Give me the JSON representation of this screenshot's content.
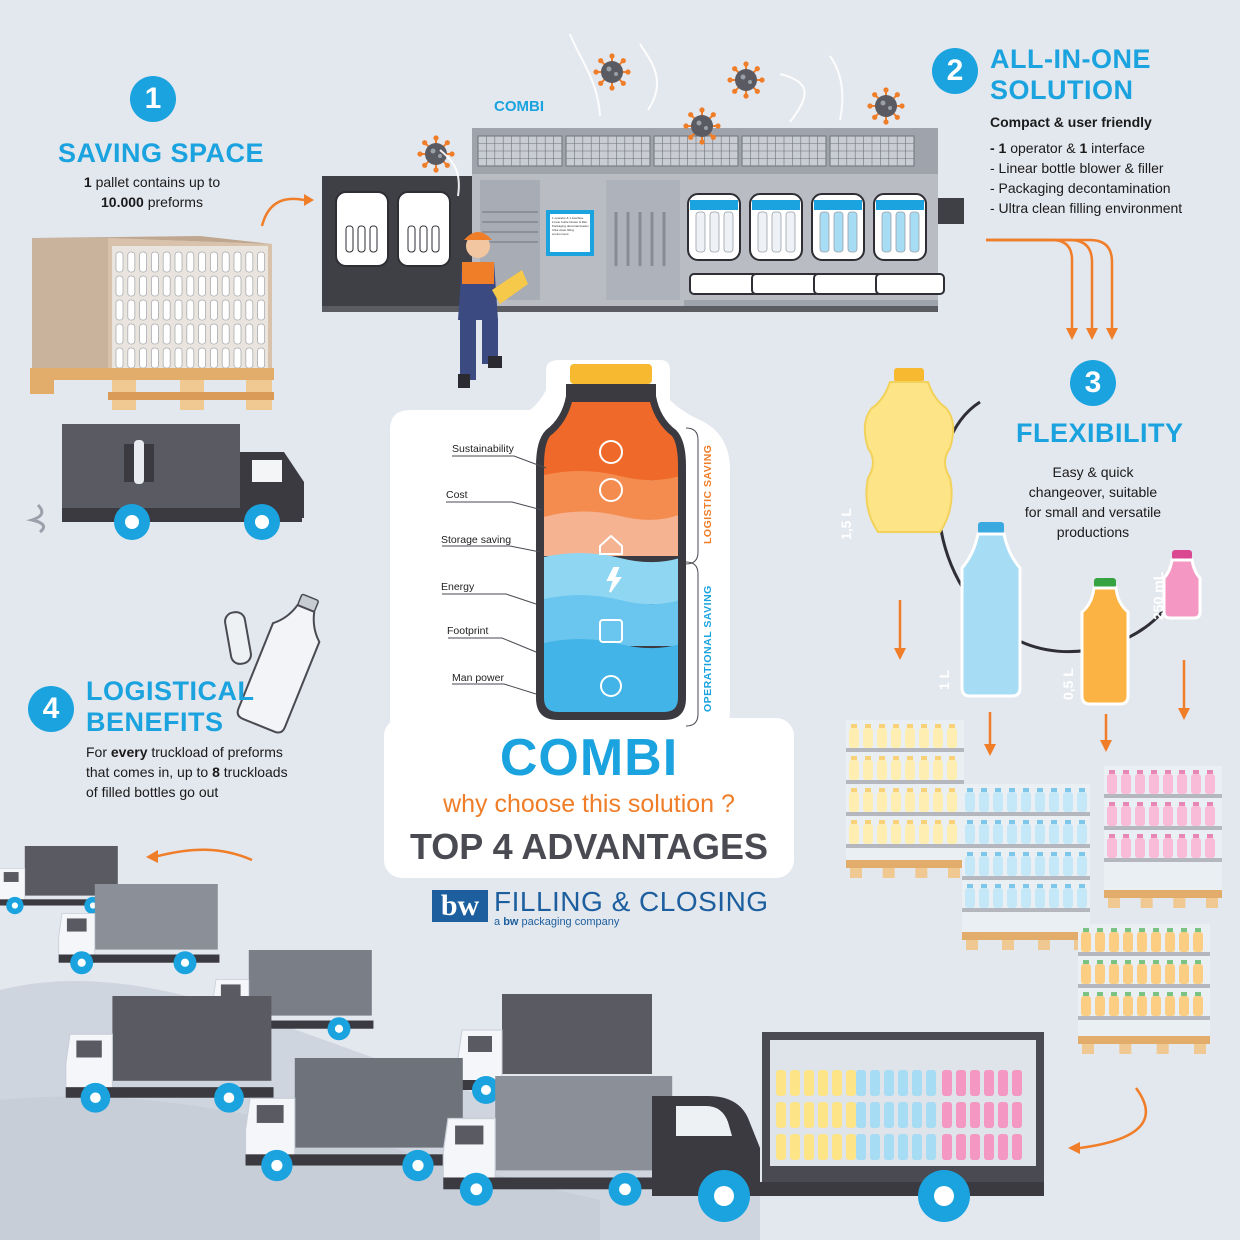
{
  "machine": {
    "label": "COMBI",
    "screen_lines": [
      "1 operator & 1 interface",
      "Linear bottle blower & filler",
      "Packaging decontamination",
      "Ultra clean filling environment"
    ]
  },
  "section1": {
    "number": "1",
    "title": "SAVING SPACE",
    "line1_bold": "1",
    "line1_rest": " pallet contains up to",
    "line2_bold": "10.000",
    "line2_rest": " preforms"
  },
  "section2": {
    "number": "2",
    "title_line1": "ALL-IN-ONE",
    "title_line2": "SOLUTION",
    "subtitle": "Compact & user friendly",
    "item1_a": "- 1",
    "item1_b": " operator & ",
    "item1_c": "1",
    "item1_d": " interface",
    "items": [
      "- Linear bottle blower & filler",
      "- Packaging decontamination",
      "- Ultra clean filling environment"
    ]
  },
  "section3": {
    "number": "3",
    "title": "FLEXIBILITY",
    "body_lines": [
      "Easy & quick",
      "changeover, suitable",
      "for small and versatile",
      "productions"
    ],
    "sizes": [
      "1,5 L",
      "1 L",
      "0,5 L",
      "250 mL"
    ]
  },
  "section4": {
    "number": "4",
    "title_line1": "LOGISTICAL",
    "title_line2": "BENEFITS",
    "line1_a": "For ",
    "line1_bold": "every",
    "line1_b": " truckload of preforms",
    "line2": "that comes in, up to ",
    "line2_bold": "8",
    "line2_b": " truckloads",
    "line3": "of filled bottles go out"
  },
  "bottle": {
    "labels": [
      "Sustainability",
      "Cost",
      "Storage saving",
      "Energy",
      "Footprint",
      "Man power"
    ],
    "group_top": "LOGISTIC SAVING",
    "group_bottom": "OPERATIONAL SAVING"
  },
  "center": {
    "title": "COMBI",
    "subtitle": "why choose this solution ?",
    "tagline": "TOP 4 ADVANTAGES"
  },
  "brand": {
    "mark": "bw",
    "name": "FILLING & CLOSING",
    "sub_a": "a ",
    "sub_bw": "bw",
    "sub_b": " packaging company"
  },
  "colors": {
    "accent_blue": "#1aa3de",
    "orange": "#f07d28",
    "dark_grey": "#4a4a52",
    "background": "#e3e7ee"
  }
}
